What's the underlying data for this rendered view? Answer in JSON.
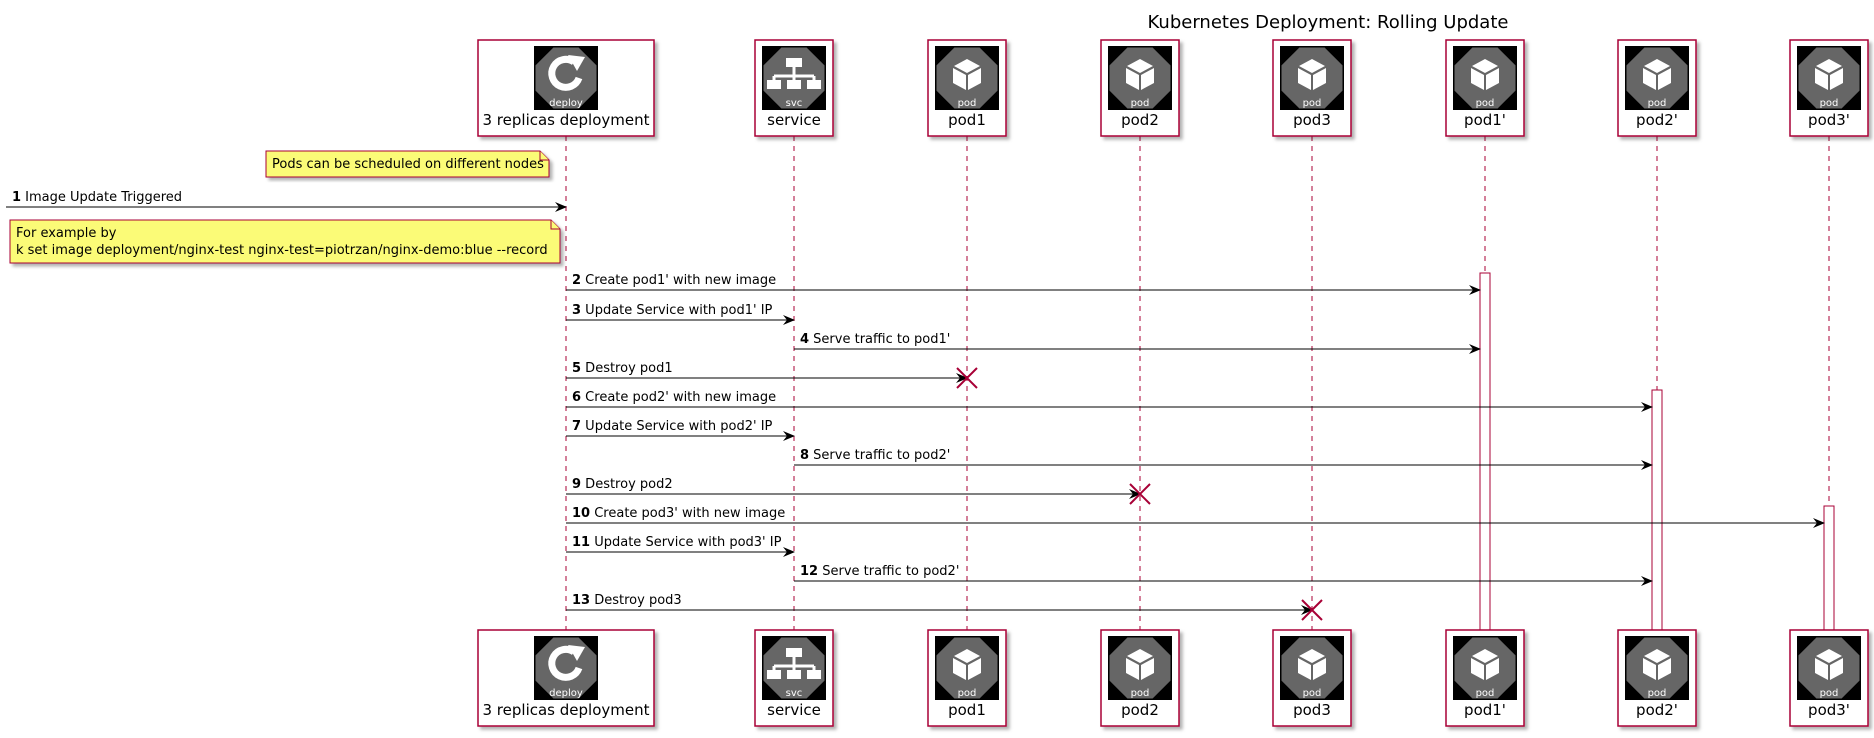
{
  "title": "Kubernetes Deployment: Rolling Update",
  "participants": [
    {
      "id": "deploy",
      "label": "3 replicas deployment",
      "icon": "deploy-icon",
      "icon_text": "deploy"
    },
    {
      "id": "service",
      "label": "service",
      "icon": "service-icon",
      "icon_text": "svc"
    },
    {
      "id": "pod1",
      "label": "pod1",
      "icon": "pod-icon",
      "icon_text": "pod"
    },
    {
      "id": "pod2",
      "label": "pod2",
      "icon": "pod-icon",
      "icon_text": "pod"
    },
    {
      "id": "pod3",
      "label": "pod3",
      "icon": "pod-icon",
      "icon_text": "pod"
    },
    {
      "id": "pod1n",
      "label": "pod1'",
      "icon": "pod-icon",
      "icon_text": "pod"
    },
    {
      "id": "pod2n",
      "label": "pod2'",
      "icon": "pod-icon",
      "icon_text": "pod"
    },
    {
      "id": "pod3n",
      "label": "pod3'",
      "icon": "pod-icon",
      "icon_text": "pod"
    }
  ],
  "notes": [
    {
      "lines": [
        "Pods can be scheduled on different nodes"
      ]
    },
    {
      "lines": [
        "For example by",
        "k set image deployment/nginx-test nginx-test=piotrzan/nginx-demo:blue --record"
      ]
    }
  ],
  "messages": [
    {
      "num": "1",
      "text": "Image Update Triggered",
      "from": "external",
      "to": "deploy"
    },
    {
      "num": "2",
      "text": "Create pod1' with new image",
      "from": "deploy",
      "to": "pod1n"
    },
    {
      "num": "3",
      "text": "Update Service with pod1' IP",
      "from": "deploy",
      "to": "service"
    },
    {
      "num": "4",
      "text": "Serve traffic to pod1'",
      "from": "service",
      "to": "pod1n"
    },
    {
      "num": "5",
      "text": "Destroy pod1",
      "from": "deploy",
      "to": "pod1",
      "destroy": true
    },
    {
      "num": "6",
      "text": "Create pod2' with new image",
      "from": "deploy",
      "to": "pod2n"
    },
    {
      "num": "7",
      "text": "Update Service with pod2' IP",
      "from": "deploy",
      "to": "service"
    },
    {
      "num": "8",
      "text": "Serve traffic to pod2'",
      "from": "service",
      "to": "pod2n"
    },
    {
      "num": "9",
      "text": "Destroy pod2",
      "from": "deploy",
      "to": "pod2",
      "destroy": true
    },
    {
      "num": "10",
      "text": "Create pod3' with new image",
      "from": "deploy",
      "to": "pod3n"
    },
    {
      "num": "11",
      "text": "Update Service with pod3' IP",
      "from": "deploy",
      "to": "service"
    },
    {
      "num": "12",
      "text": "Serve traffic to pod2'",
      "from": "service",
      "to": "pod2n"
    },
    {
      "num": "13",
      "text": "Destroy pod3",
      "from": "deploy",
      "to": "pod3",
      "destroy": true
    }
  ],
  "colors": {
    "participant_border": "#A80036",
    "participant_fill": "#FEFECE",
    "note_fill": "#FBFB77",
    "note_border": "#A80036",
    "lifeline": "#A80036",
    "destroy": "#A80036",
    "icon_bg": "#000000",
    "icon_shape": "#666666"
  }
}
